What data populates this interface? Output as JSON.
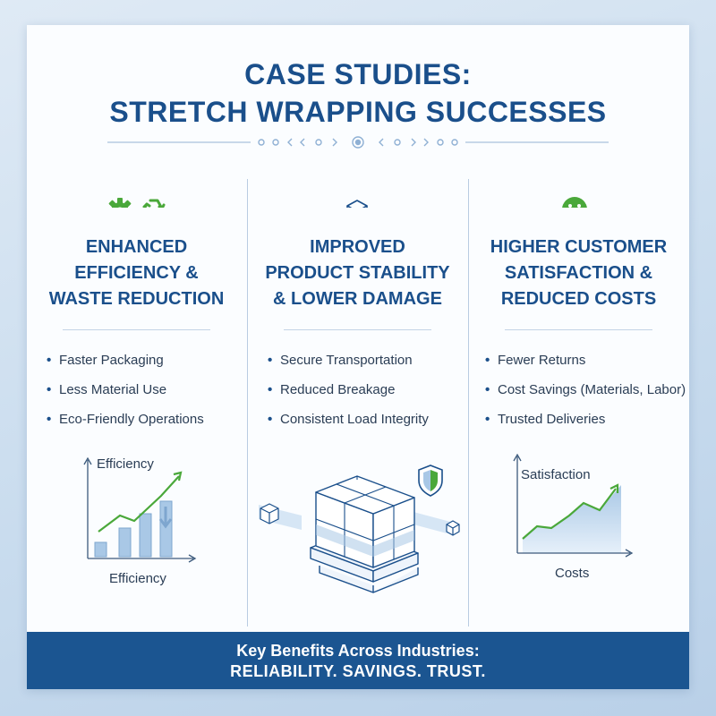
{
  "header": {
    "title_line1": "CASE STUDIES:",
    "title_line2": "STRETCH WRAPPING SUCCESSES"
  },
  "columns": [
    {
      "icons": [
        "gear-icon",
        "recycle-icon"
      ],
      "heading": "ENHANCED\nEFFICIENCY &\nWASTE REDUCTION",
      "bullets": [
        "Faster Packaging",
        "Less Material Use",
        "Eco-Friendly Operations"
      ],
      "chart": {
        "top_label": "Efficiency",
        "bottom_label": "Efficiency"
      }
    },
    {
      "icons": [
        "box-icon"
      ],
      "heading": "IMPROVED\nPRODUCT STABILITY\n& LOWER DAMAGE",
      "bullets": [
        "Secure Transportation",
        "Reduced Breakage",
        "Consistent Load Integrity"
      ],
      "illustration": [
        "wrapped-pallet-icon",
        "shield-icon"
      ]
    },
    {
      "icons": [
        "smiley-icon"
      ],
      "heading": "HIGHER CUSTOMER\nSATISFACTION &\nREDUCED COSTS",
      "bullets": [
        "Fewer Returns",
        "Cost Savings (Materials, Labor)",
        "Trusted Deliveries"
      ],
      "chart": {
        "top_label": "Satisfaction",
        "bottom_label": "Costs"
      }
    }
  ],
  "footer": {
    "line1": "Key Benefits Across Industries:",
    "line2": "RELIABILITY. SAVINGS. TRUST."
  },
  "colors": {
    "primary": "#1a4f8b",
    "accent_green": "#4aa83a",
    "light_blue": "#a9c8e6",
    "footer_bg": "#1b5591"
  }
}
